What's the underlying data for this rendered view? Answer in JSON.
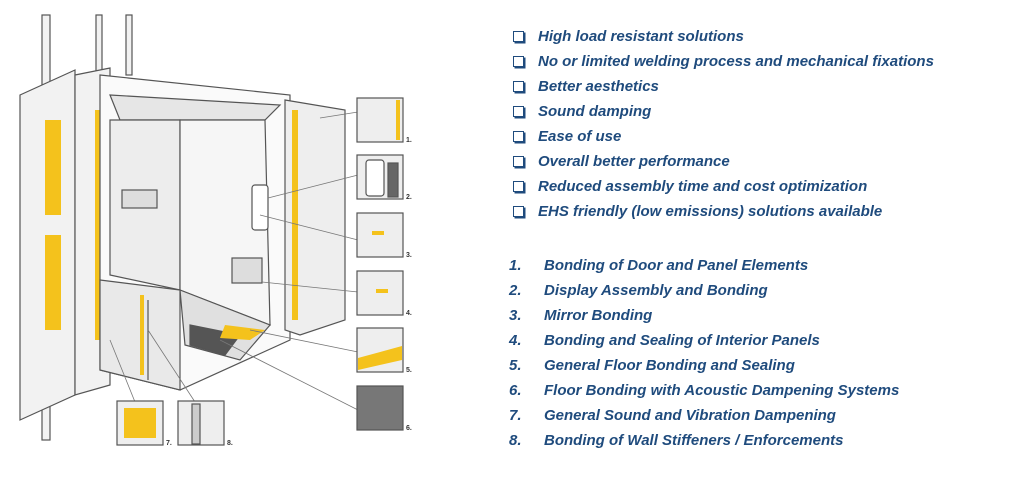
{
  "benefits": [
    "High load resistant solutions",
    "No or limited welding process and mechanical fixations",
    "Better aesthetics",
    "Sound damping",
    "Ease of use",
    "Overall better performance",
    "Reduced assembly time and cost optimization",
    "EHS friendly (low emissions) solutions available"
  ],
  "applications": [
    {
      "num": "1.",
      "label": "Bonding of Door and Panel Elements"
    },
    {
      "num": "2.",
      "label": "Display Assembly and Bonding"
    },
    {
      "num": "3.",
      "label": "Mirror Bonding"
    },
    {
      "num": "4.",
      "label": "Bonding and Sealing of Interior Panels"
    },
    {
      "num": "5.",
      "label": "General Floor Bonding and Sealing"
    },
    {
      "num": "6.",
      "label": "Floor Bonding with Acoustic Dampening Systems"
    },
    {
      "num": "7.",
      "label": "General Sound and Vibration Dampening"
    },
    {
      "num": "8.",
      "label": "Bonding of Wall Stiffeners / Enforcements"
    }
  ],
  "callouts": [
    "1.",
    "2.",
    "3.",
    "4.",
    "5.",
    "6.",
    "7.",
    "8."
  ],
  "colors": {
    "text": "#1f4b7d",
    "adhesive": "#f4c21c",
    "line": "#555555"
  }
}
